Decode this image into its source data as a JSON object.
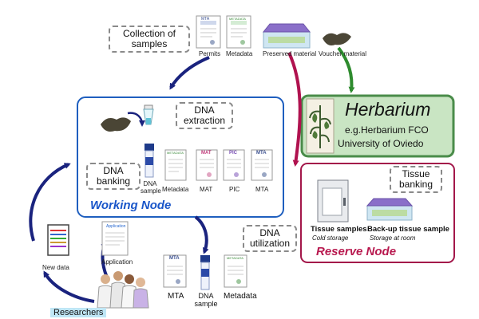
{
  "collection": {
    "label": "Collection of samples"
  },
  "top_docs": {
    "permits": "Permits",
    "metadata": "Metadata",
    "preserved": "Preserved material",
    "voucher": "Voucher material",
    "mta_doc": "MTA",
    "metadata_doc": "METADATA"
  },
  "working_node": {
    "title": "Working Node",
    "dna_extraction": "DNA extraction",
    "dna_banking": "DNA banking",
    "items": [
      "DNA sample",
      "Metadata",
      "MAT",
      "PIC",
      "MTA"
    ],
    "doc_headers": [
      "METADATA",
      "MAT",
      "PIC",
      "MTA"
    ]
  },
  "herbarium": {
    "title": "Herbarium",
    "line1": "e.g.Herbarium FCO",
    "line2": "University of Oviedo"
  },
  "reserve_node": {
    "title": "Reserve Node",
    "tissue_banking": "Tissue banking",
    "tissue_samples": "Tissue samples",
    "cold_storage": "Cold storage",
    "backup": "Back-up tissue sample",
    "room_storage": "Storage at room"
  },
  "dna_utilization": {
    "label": "DNA utilization"
  },
  "bottom_docs": {
    "mta": "MTA",
    "dna_sample": "DNA sample",
    "metadata": "Metadata",
    "mta_doc": "MTA",
    "metadata_doc": "METADATA"
  },
  "left_side": {
    "new_data": "New data",
    "application": "Application",
    "application_doc": "Application"
  },
  "researchers": {
    "label": "Researchers"
  },
  "colors": {
    "working_border": "#1f5fbf",
    "working_title": "#1a56c9",
    "herbarium_fill": "#c9e5c3",
    "herbarium_border": "#4a8c4a",
    "reserve_border": "#a3174a",
    "reserve_title": "#b8194f",
    "arrow_navy": "#1a237e",
    "arrow_crimson": "#b0124f",
    "arrow_green": "#2e8b2e",
    "researchers_bg": "#bfe6f5"
  }
}
